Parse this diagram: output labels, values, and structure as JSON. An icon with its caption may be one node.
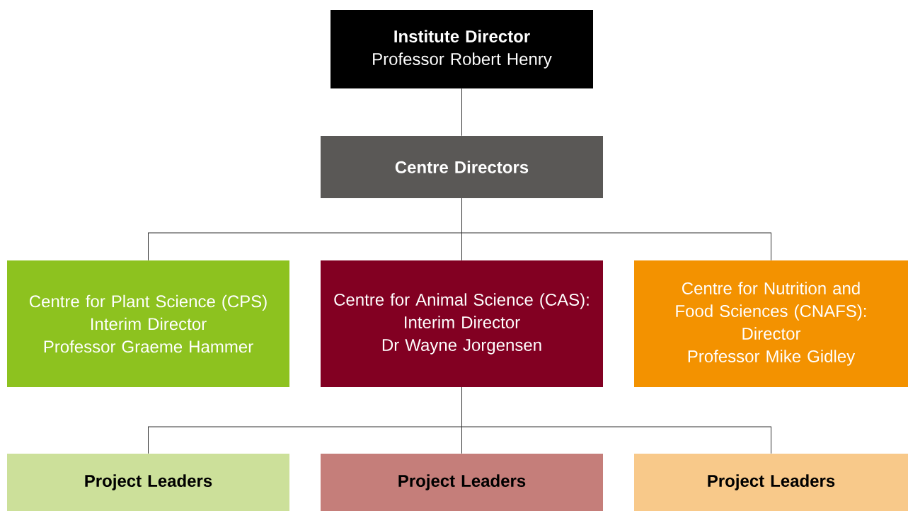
{
  "diagram": {
    "nodes": [
      {
        "text": [
          "Institute Director",
          "Professor Robert Henry"
        ]
      },
      {
        "text": [
          "Centre Directors"
        ]
      },
      {
        "text": [
          "Centre for Plant Science (CPS)",
          "Interim Director",
          "Professor Graeme Hammer"
        ]
      },
      {
        "text": [
          "Centre for Animal Science (CAS):",
          "Interim Director",
          "Dr Wayne Jorgensen"
        ]
      },
      {
        "text": [
          "Centre for Nutrition and Food Sciences (CNAFS):",
          "Director",
          "Professor Mike Gidley"
        ]
      },
      {
        "text": [
          "Project Leaders"
        ]
      },
      {
        "text": [
          "Project Leaders"
        ]
      },
      {
        "text": [
          "Project Leaders"
        ]
      }
    ],
    "edges": [
      {
        "from": 0,
        "to": 1,
        "arrow": "none"
      },
      {
        "from": 1,
        "to": 2,
        "arrow": "none"
      },
      {
        "from": 1,
        "to": 3,
        "arrow": "none"
      },
      {
        "from": 1,
        "to": 4,
        "arrow": "none"
      },
      {
        "from": 3,
        "to": 5,
        "arrow": "none"
      },
      {
        "from": 3,
        "to": 6,
        "arrow": "none"
      },
      {
        "from": 3,
        "to": 7,
        "arrow": "none"
      }
    ]
  }
}
